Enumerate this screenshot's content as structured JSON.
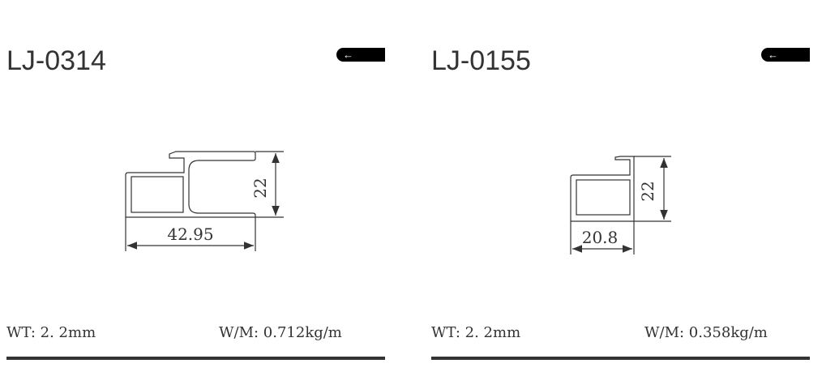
{
  "products": [
    {
      "code": "LJ-0314",
      "back_icon": "arrow-left-icon",
      "back_glyph": "←",
      "width_dim": "42.95",
      "height_dim": "22",
      "wt": "WT: 2. 2mm",
      "wm": "W/M: 0.712kg/m"
    },
    {
      "code": "LJ-0155",
      "back_icon": "arrow-left-icon",
      "back_glyph": "←",
      "width_dim": "20.8",
      "height_dim": "22",
      "wt": "WT: 2. 2mm",
      "wm": "W/M: 0.358kg/m"
    }
  ]
}
